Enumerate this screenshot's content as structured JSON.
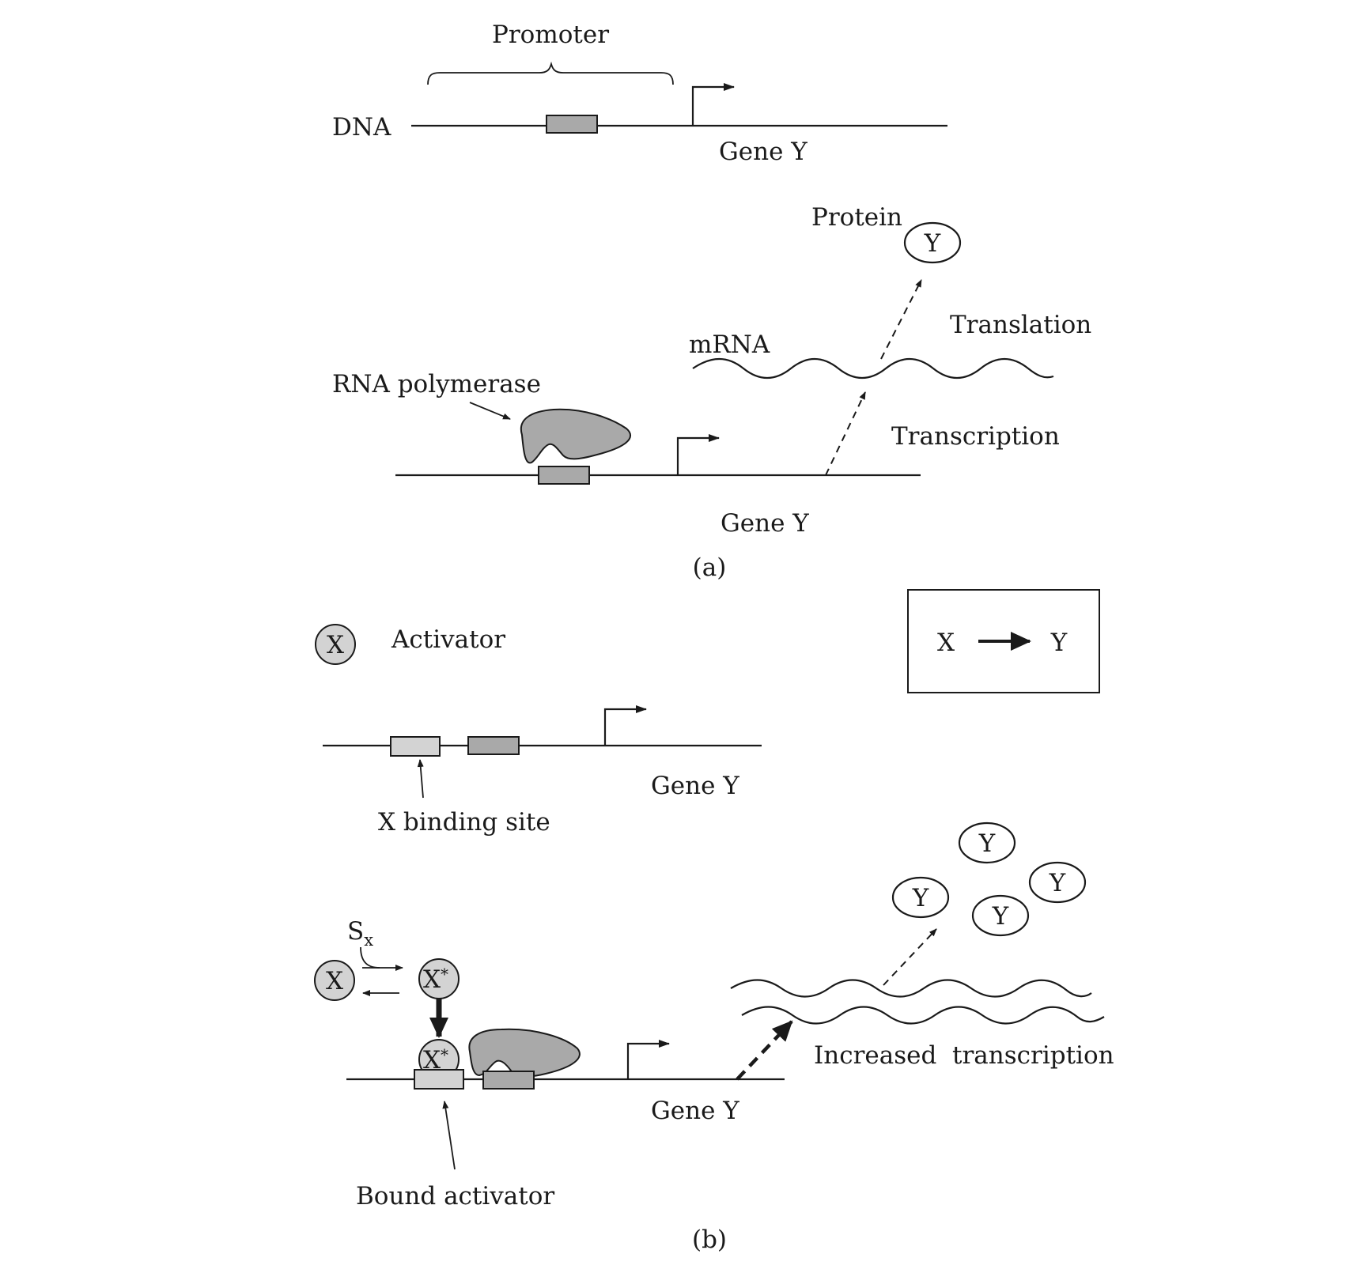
{
  "panel_a": {
    "promoter_label": "Promoter",
    "dna_label": "DNA",
    "gene_label_top": "Gene Y",
    "protein_label": "Protein",
    "protein_symbol": "Y",
    "translation_label": "Translation",
    "mrna_label": "mRNA",
    "rna_polymerase_label": "RNA polymerase",
    "transcription_label": "Transcription",
    "gene_label_bottom": "Gene Y",
    "caption": "(a)"
  },
  "panel_b": {
    "activator_symbol": "X",
    "activator_label": "Activator",
    "legend": {
      "from": "X",
      "to": "Y"
    },
    "gene_label_mid": "Gene Y",
    "binding_site_label": "X binding site",
    "signal_label": "S",
    "signal_subscript": "x",
    "inactive_symbol": "X",
    "active_symbol": "X",
    "active_mark": "*",
    "bound_symbol": "X",
    "bound_mark": "*",
    "protein_symbols": [
      "Y",
      "Y",
      "Y",
      "Y"
    ],
    "increased_label": "Increased  transcription",
    "gene_label_bottom": "Gene Y",
    "bound_activator_label": "Bound activator",
    "caption": "(b)"
  },
  "colors": {
    "promoter_box": "#a9a9a9",
    "binding_site_box": "#d3d3d3",
    "polymerase": "#a9a9a9",
    "activator": "#d3d3d3",
    "line": "#1a1a1a"
  }
}
